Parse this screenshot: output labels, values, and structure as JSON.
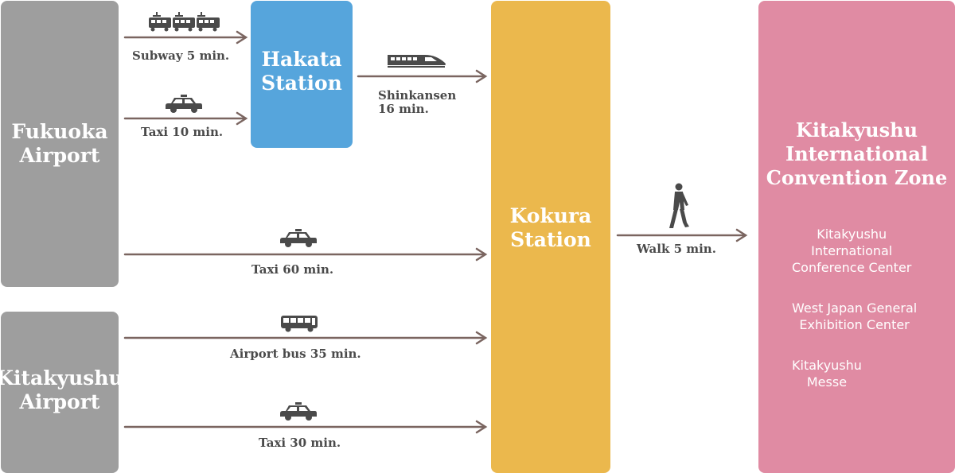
{
  "origins": {
    "fukuoka": "Fukuoka\nAirport",
    "kitakyushu": "Kitakyushu\nAirport"
  },
  "hubs": {
    "hakata": "Hakata\nStation",
    "kokura": "Kokura\nStation"
  },
  "destination": {
    "title": "Kitakyushu\nInternational\nConvention Zone",
    "venues": [
      "Kitakyushu\nInternational\nConference Center",
      "West Japan General\nExhibition Center",
      "Kitakyushu\nMesse"
    ]
  },
  "routes": {
    "subway": "Subway 5 min.",
    "taxi_hakata": "Taxi 10 min.",
    "shinkansen": "Shinkansen\n16 min.",
    "taxi_kokura": "Taxi 60 min.",
    "airport_bus": "Airport bus 35 min.",
    "taxi_kitakyushu": "Taxi 30 min.",
    "walk": "Walk 5 min."
  },
  "colors": {
    "airport_gray": "#9e9e9e",
    "hakata_blue": "#56a5dc",
    "kokura_yellow": "#ebb84d",
    "zone_pink": "#e08ba3",
    "arrow_brown": "#7a6560",
    "icon_dark": "#4a4a4a"
  },
  "icons": [
    "train-icon",
    "taxi-icon",
    "shinkansen-icon",
    "bus-icon",
    "walking-person-icon"
  ]
}
